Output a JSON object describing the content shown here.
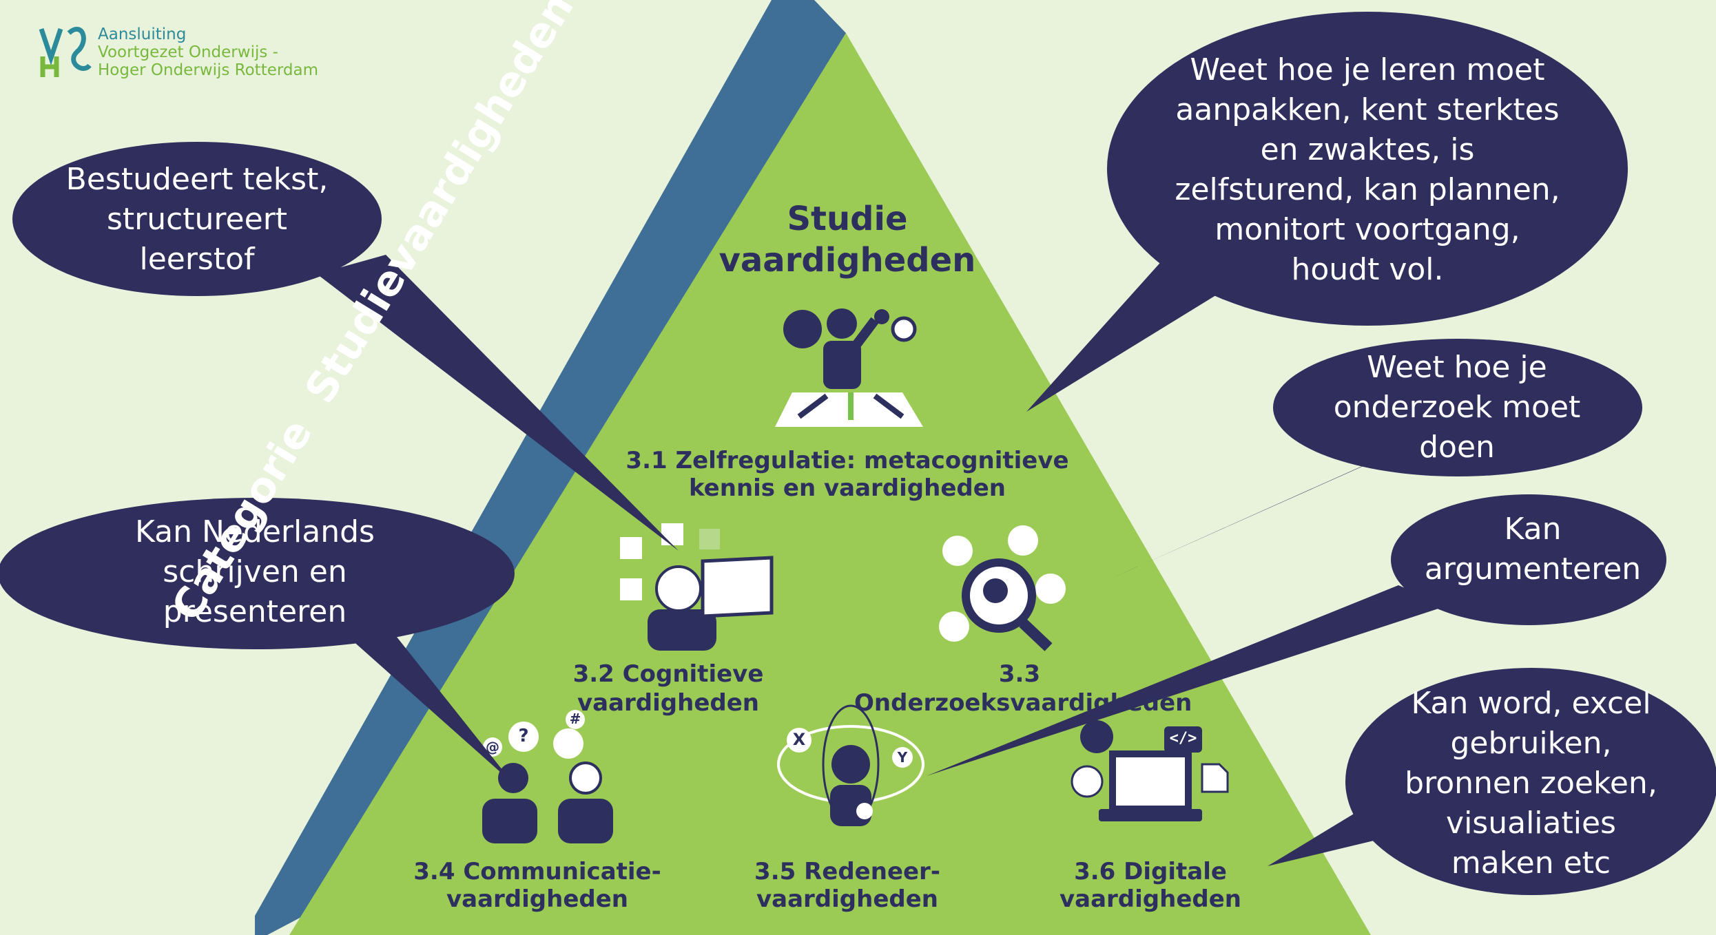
{
  "logo": {
    "mark_top": "VO",
    "mark_bottom": "HO",
    "line1": "Aansluiting",
    "line2": "Voortgezet Onderwijs -",
    "line3": "Hoger Onderwijs Rotterdam"
  },
  "pyramid": {
    "title_line1": "Studie",
    "title_line2": "vaardigheden",
    "band_text": "Categorie  Studievaardigheden",
    "colors": {
      "pyramid": "#9ccb55",
      "band": "#3f6f97",
      "bubble": "#2f2e5c",
      "background": "#e9f3dc"
    }
  },
  "skills": {
    "s31_line1": "3.1 Zelfregulatie: metacognitieve",
    "s31_line2": "kennis en vaardigheden",
    "s32": "3.2 Cognitieve vaardigheden",
    "s33": "3.3 Onderzoeksvaardigheden",
    "s34_line1": "3.4 Communicatie-",
    "s34_line2": "vaardigheden",
    "s35_line1": "3.5 Redeneer-",
    "s35_line2": "vaardigheden",
    "s36_line1": "3.6 Digitale",
    "s36_line2": "vaardigheden"
  },
  "bubbles": {
    "b1": [
      "Weet hoe je leren moet",
      "aanpakken, kent sterktes",
      "en zwaktes, is",
      "zelfsturend, kan plannen,",
      "monitort voortgang,",
      "houdt vol."
    ],
    "b2": [
      "Bestudeert tekst,",
      "structureert",
      "leerstof"
    ],
    "b3": [
      "Weet hoe je",
      "onderzoek moet",
      "doen"
    ],
    "b4": [
      "Kan Nederlands",
      "schrijven en",
      "presenteren"
    ],
    "b5": [
      "Kan",
      "argumenteren"
    ],
    "b6": [
      "Kan word, excel",
      "gebruiken,",
      "bronnen zoeken,",
      "visualiaties",
      "maken etc"
    ]
  },
  "icon_glyphs": {
    "x_symbol": "X",
    "y_symbol": "Y",
    "hash_symbol": "#",
    "at_symbol": "@",
    "question_symbol": "?",
    "code_symbol": "</>"
  }
}
